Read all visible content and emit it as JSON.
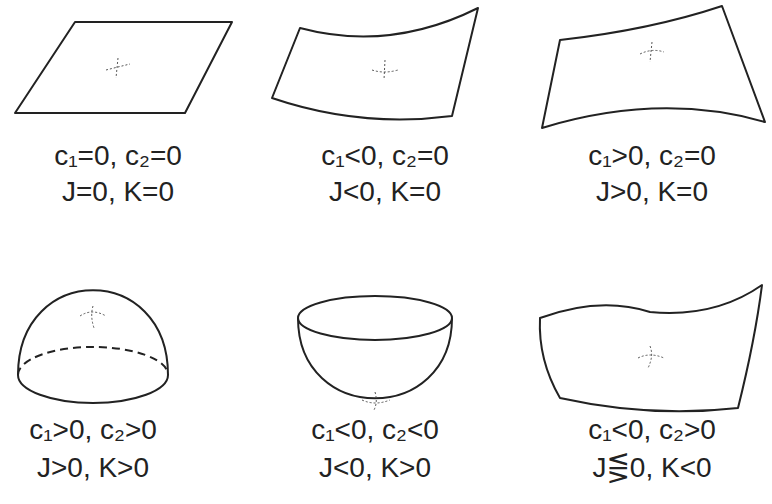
{
  "diagram": {
    "labels": [
      "c₁=0, c₂=0",
      "J=0, K=0",
      "c₁<0, c₂=0",
      "J<0, K=0",
      "c₁>0, c₂=0",
      "J>0, K=0",
      "c₁>0, c₂>0",
      "J>0, K>0",
      "c₁<0, c₂<0",
      "J<0, K>0",
      "c₁<0, c₂>0",
      "J⋚0, K<0"
    ]
  }
}
